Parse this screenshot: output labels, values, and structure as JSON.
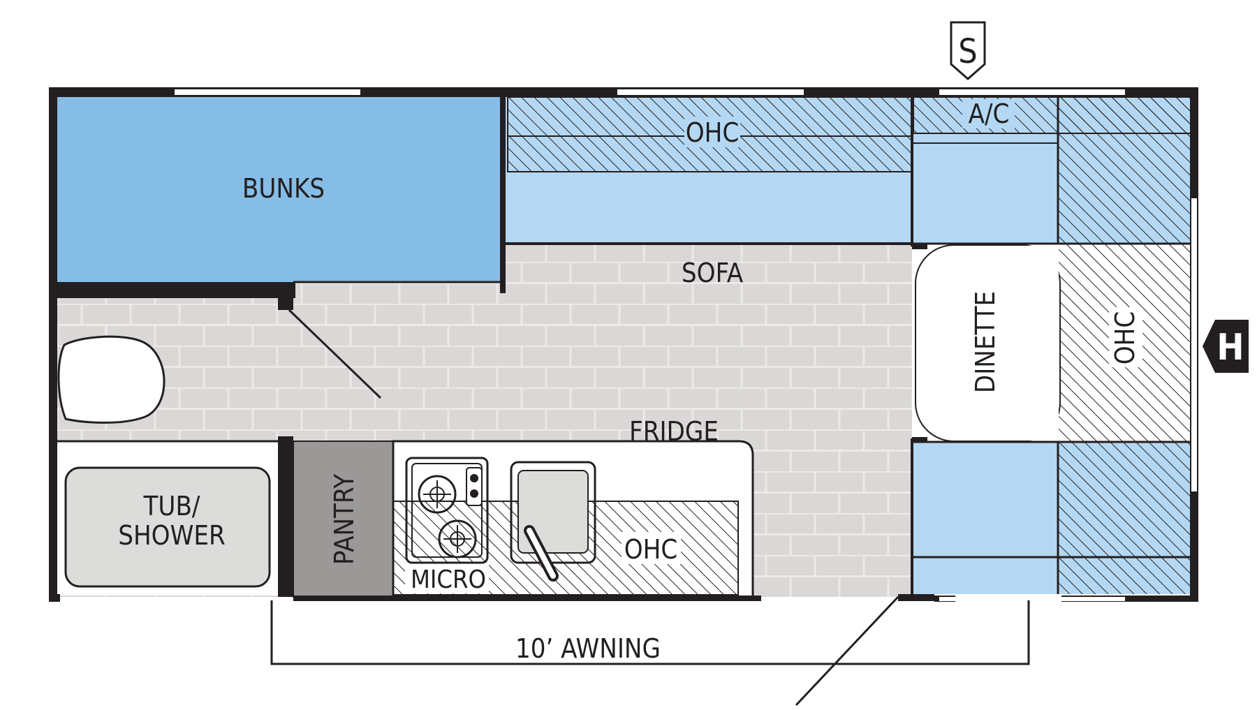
{
  "labels": {
    "bunks": "BUNKS",
    "ohc_top": "OHC",
    "ac": "A/C",
    "sofa": "SOFA",
    "dinette": "DINETTE",
    "ohc_front": "OHC",
    "fridge": "FRIDGE",
    "tub_shower_line1": "TUB/",
    "tub_shower_line2": "SHOWER",
    "pantry": "PANTRY",
    "micro": "MICRO",
    "ohc_kitchen": "OHC",
    "awning": "10’ AWNING"
  },
  "markers": {
    "sewer": "S",
    "hitch": "H"
  },
  "icons": {
    "sewer": "sewer-marker-icon",
    "hitch": "hitch-marker-icon",
    "toilet": "toilet-icon",
    "stove": "stove-icon",
    "sink": "sink-icon"
  },
  "colors": {
    "wall": "#231f20",
    "bunks_fill": "#85bde6",
    "sofa_fill": "#b4d8f3",
    "floor": "#d9d8d6",
    "floor_grid": "#ebeae8",
    "pantry_fill": "#9a9998",
    "fixture_fill": "#dcdcdb"
  }
}
